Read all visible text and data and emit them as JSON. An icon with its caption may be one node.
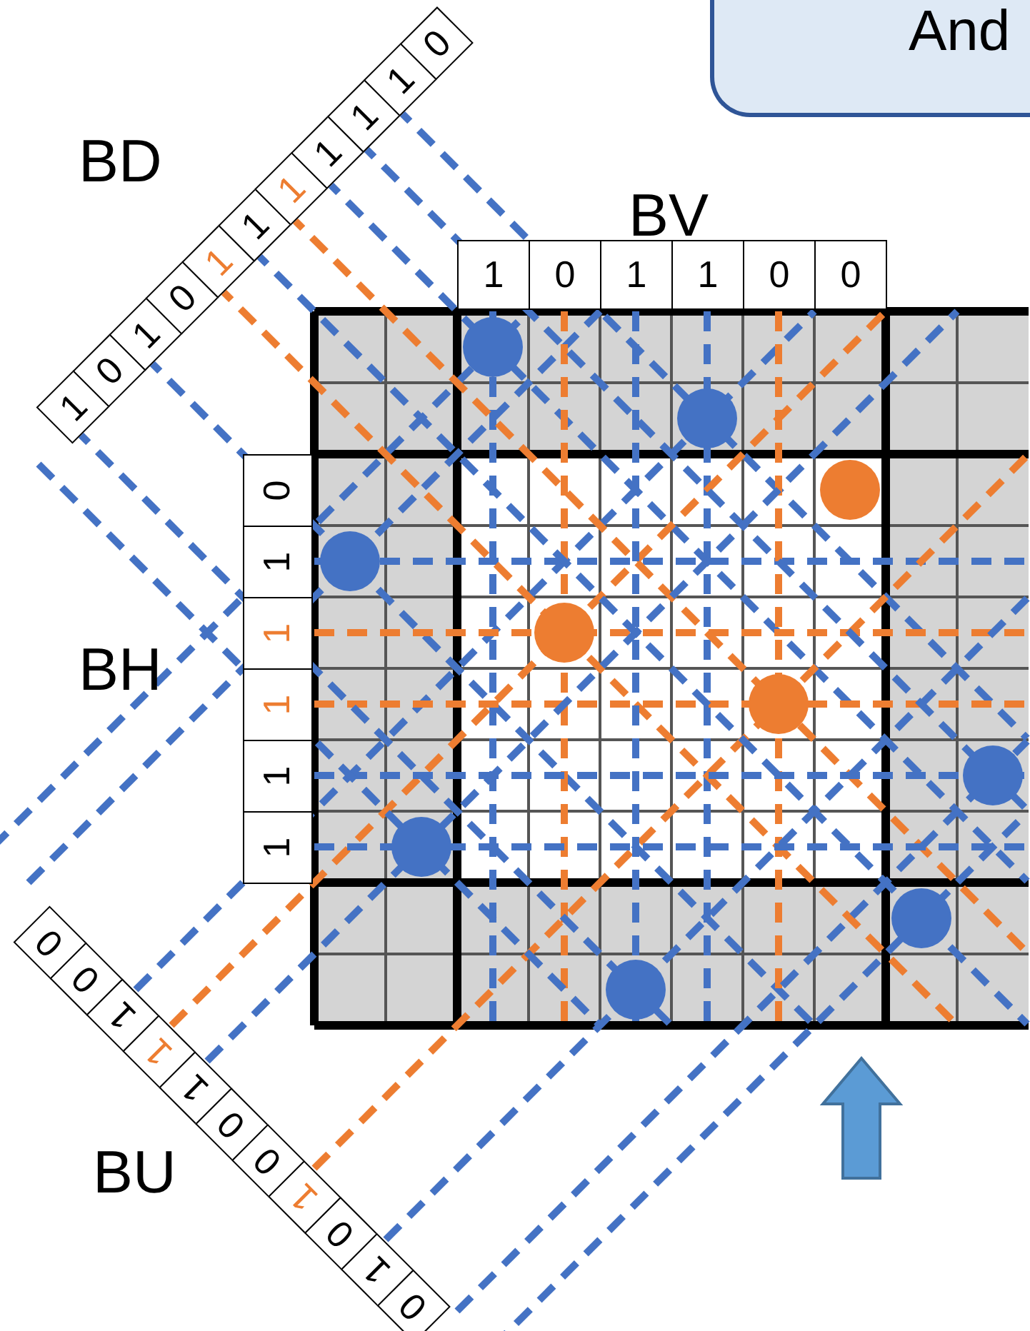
{
  "diagram": {
    "nodes": [
      {
        "text": [
          "And"
        ]
      }
    ],
    "labels": [
      "BD",
      "1",
      "0",
      "1",
      "0",
      "1",
      "1",
      "1",
      "1",
      "1",
      "1",
      "0",
      "BV",
      "1",
      "0",
      "1",
      "1",
      "0",
      "0",
      "BH",
      "0",
      "1",
      "1",
      "1",
      "1",
      "1",
      "BU",
      "0",
      "0",
      "1",
      "1",
      "1",
      "0",
      "0",
      "1",
      "0",
      "1",
      "0"
    ]
  }
}
